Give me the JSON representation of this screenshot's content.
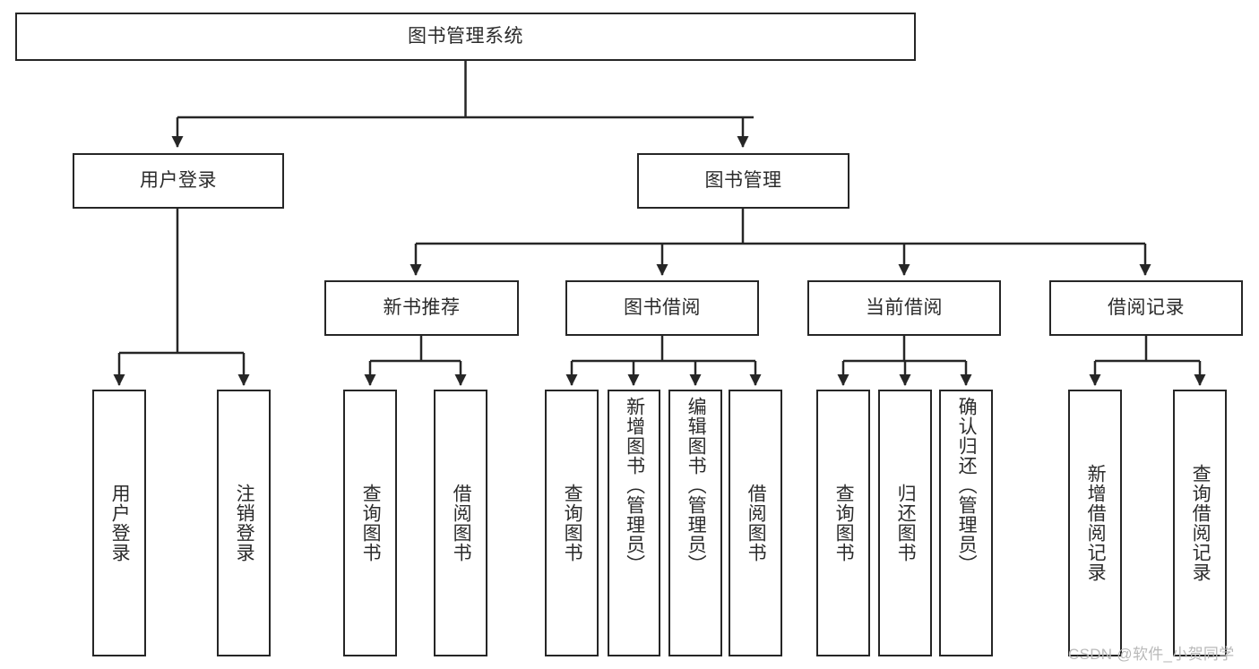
{
  "diagram": {
    "title": "图书管理系统",
    "type": "tree",
    "nodes": {
      "root": {
        "label": "图书管理系统"
      },
      "level2": [
        {
          "id": "user-login",
          "label": "用户登录"
        },
        {
          "id": "book-management",
          "label": "图书管理"
        }
      ],
      "level3": [
        {
          "id": "new-book-recommend",
          "label": "新书推荐"
        },
        {
          "id": "book-borrow",
          "label": "图书借阅"
        },
        {
          "id": "current-borrow",
          "label": "当前借阅"
        },
        {
          "id": "borrow-record",
          "label": "借阅记录"
        }
      ],
      "leaves": [
        {
          "id": "leaf-user-login",
          "label": "用户登录",
          "parent": "user-login"
        },
        {
          "id": "leaf-logout-login",
          "label": "注销登录",
          "parent": "user-login"
        },
        {
          "id": "leaf-query-book-1",
          "label": "查询图书",
          "parent": "new-book-recommend"
        },
        {
          "id": "leaf-borrow-book-1",
          "label": "借阅图书",
          "parent": "new-book-recommend"
        },
        {
          "id": "leaf-query-book-2",
          "label": "查询图书",
          "parent": "book-borrow"
        },
        {
          "id": "leaf-add-book",
          "label": "新增图书（管理员）",
          "parent": "book-borrow"
        },
        {
          "id": "leaf-edit-book",
          "label": "编辑图书（管理员）",
          "parent": "book-borrow"
        },
        {
          "id": "leaf-borrow-book-2",
          "label": "借阅图书",
          "parent": "book-borrow"
        },
        {
          "id": "leaf-query-book-3",
          "label": "查询图书",
          "parent": "current-borrow"
        },
        {
          "id": "leaf-return-book",
          "label": "归还图书",
          "parent": "current-borrow"
        },
        {
          "id": "leaf-confirm-return",
          "label": "确认归还（管理员）",
          "parent": "current-borrow"
        },
        {
          "id": "leaf-add-record",
          "label": "新增借阅记录",
          "parent": "borrow-record"
        },
        {
          "id": "leaf-query-record",
          "label": "查询借阅记录",
          "parent": "borrow-record"
        }
      ]
    },
    "colors": {
      "stroke": "#262626",
      "text": "#2b2b2b",
      "background": "#ffffff",
      "watermark": "#b9b9b9"
    }
  },
  "watermark": {
    "text": "CSDN @软件_小贺同学"
  }
}
